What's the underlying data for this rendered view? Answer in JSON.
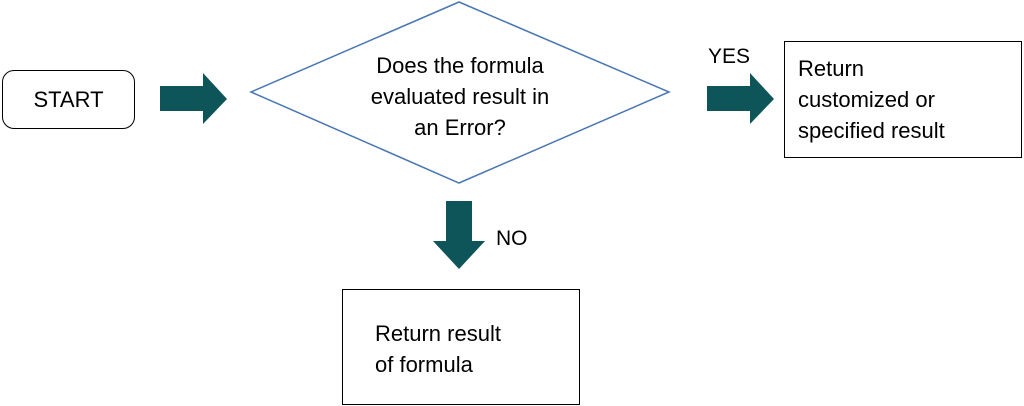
{
  "start": {
    "label": "START"
  },
  "decision": {
    "lines": [
      "Does the formula",
      "evaluated result in",
      "an Error?"
    ]
  },
  "yes_branch": {
    "label": "YES",
    "result_lines": [
      "Return",
      "customized or",
      "specified result"
    ]
  },
  "no_branch": {
    "label": "NO",
    "result_lines": [
      "Return result",
      "of formula"
    ]
  },
  "colors": {
    "arrow_fill": "#0d5559",
    "diamond_stroke": "#4a77b2",
    "box_border": "#000000"
  }
}
